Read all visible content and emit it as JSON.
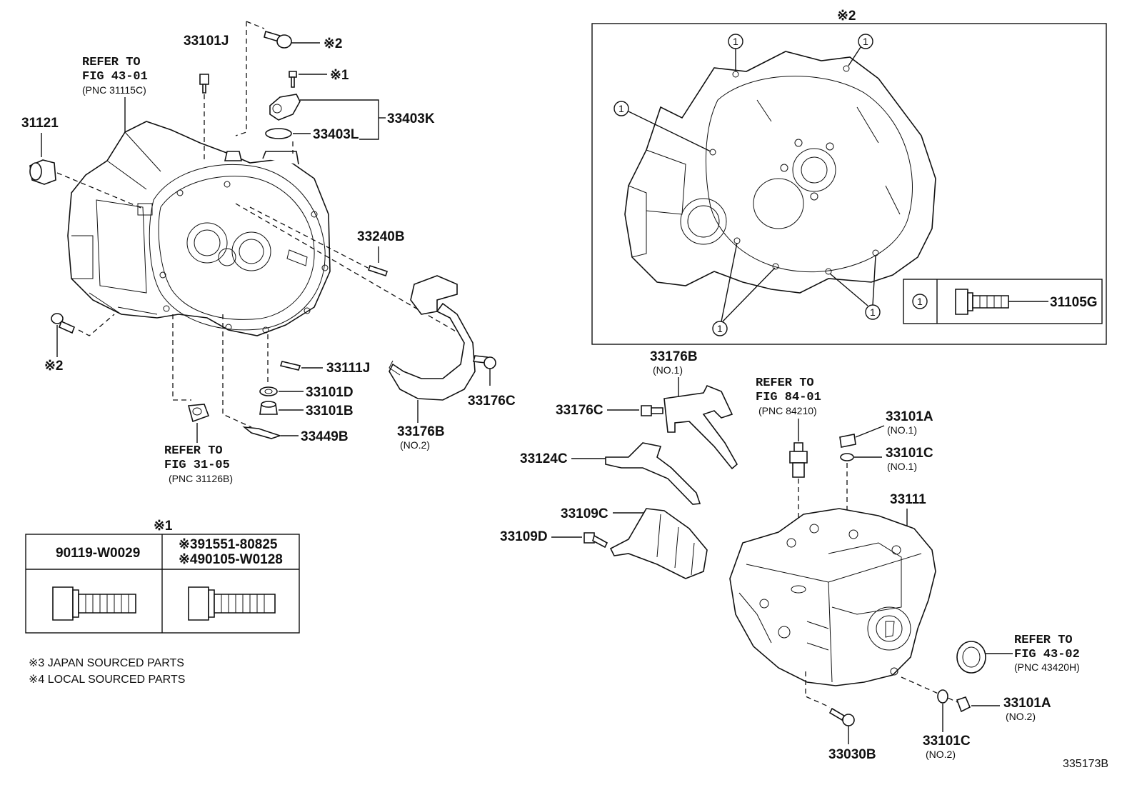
{
  "diagram_id": "335173B",
  "markers": {
    "m1": "※1",
    "m2": "※2",
    "circle1": "1"
  },
  "refs": {
    "fig4301": {
      "l1": "REFER TO",
      "l2": "FIG 43-01",
      "l3": "(PNC 31115C)"
    },
    "fig3105": {
      "l1": "REFER TO",
      "l2": "FIG 31-05",
      "l3": "(PNC 31126B)"
    },
    "fig8401": {
      "l1": "REFER TO",
      "l2": "FIG 84-01",
      "l3": "(PNC 84210)"
    },
    "fig4302": {
      "l1": "REFER TO",
      "l2": "FIG 43-02",
      "l3": "(PNC 43420H)"
    }
  },
  "callouts": {
    "p33101J": "33101J",
    "p31121": "31121",
    "p33403K": "33403K",
    "p33403L": "33403L",
    "p33240B": "33240B",
    "p33111J": "33111J",
    "p33101D": "33101D",
    "p33101B": "33101B",
    "p33449B": "33449B",
    "p33176B_2": "33176B",
    "p33176B_2_sub": "(NO.2)",
    "p33176C_a": "33176C",
    "p33176B_1": "33176B",
    "p33176B_1_sub": "(NO.1)",
    "p33176C_b": "33176C",
    "p33124C": "33124C",
    "p33109C": "33109C",
    "p33109D": "33109D",
    "p33101A_1": "33101A",
    "p33101A_1_sub": "(NO.1)",
    "p33101C_1": "33101C",
    "p33101C_1_sub": "(NO.1)",
    "p33111": "33111",
    "p33101A_2": "33101A",
    "p33101A_2_sub": "(NO.2)",
    "p33101C_2": "33101C",
    "p33101C_2_sub": "(NO.2)",
    "p33030B": "33030B",
    "p31105G": "31105G"
  },
  "bolt_table": {
    "left_header": "90119-W0029",
    "right_header_1": "※391551-80825",
    "right_header_2": "※490105-W0128"
  },
  "notes": {
    "n3": "※3 JAPAN SOURCED PARTS",
    "n4": "※4 LOCAL SOURCED PARTS"
  }
}
